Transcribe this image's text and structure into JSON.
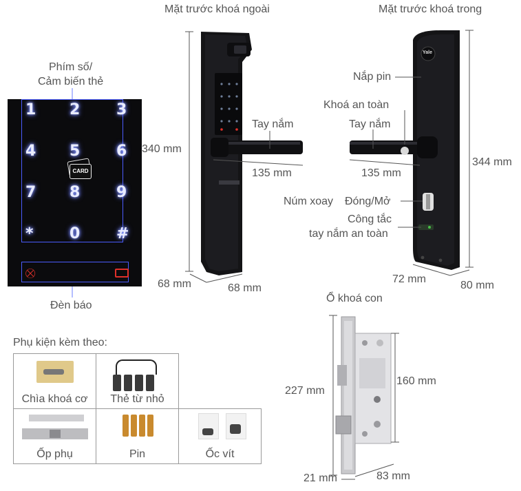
{
  "titles": {
    "front_outer": "Mặt trước khoá ngoài",
    "front_inner": "Mặt trước khoá trong",
    "mortise": "Ổ khoá con"
  },
  "keypad_section": {
    "top_label_line1": "Phím số/",
    "top_label_line2": "Cảm biến thẻ",
    "bottom_label": "Đèn báo",
    "keys": [
      "1",
      "2",
      "3",
      "4",
      "5",
      "6",
      "7",
      "8",
      "9",
      "*",
      "0",
      "#"
    ],
    "card_text": "CARD"
  },
  "outer_lock": {
    "handle_label": "Tay nắm",
    "height": "340 mm",
    "handle_length": "135 mm",
    "depth": "68 mm",
    "width": "68 mm"
  },
  "inner_lock": {
    "battery_cover": "Nắp pin",
    "safety_lock": "Khoá an toàn",
    "handle_label": "Tay nắm",
    "handle_length": "135 mm",
    "height": "344 mm",
    "knob_label": "Núm xoay",
    "open_close": "Đóng/Mở",
    "switch_line1": "Công tắc",
    "switch_line2": "tay nắm an toàn",
    "depth": "72 mm",
    "width": "80 mm",
    "brand": "Yale"
  },
  "mortise": {
    "height": "227 mm",
    "body_height": "160 mm",
    "face_width": "21 mm",
    "depth": "83 mm"
  },
  "accessories": {
    "title": "Phụ kiện kèm theo:",
    "items": [
      {
        "label": "Chìa khoá cơ"
      },
      {
        "label": "Thẻ từ nhỏ"
      },
      {
        "label": "Ốp phụ"
      },
      {
        "label": "Pin"
      },
      {
        "label": "Ốc vít"
      }
    ]
  },
  "colors": {
    "line": "#555555",
    "lock_body": "#141416",
    "key_glow": "#8fa0ff",
    "indicator_red": "#e0302a"
  }
}
